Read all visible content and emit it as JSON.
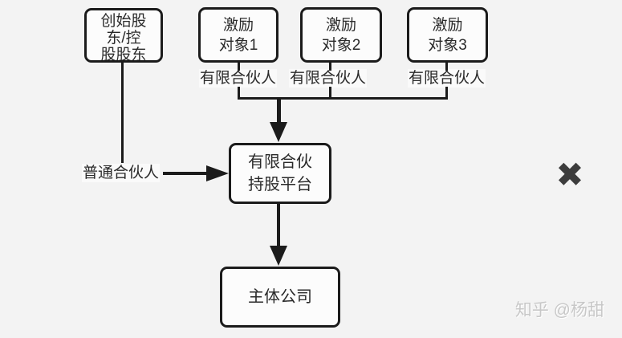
{
  "colors": {
    "background": "#f3f3f3",
    "node_fill": "#fcfcfc",
    "stroke": "#1b1b1b",
    "text": "#2a2a2a",
    "close_icon": "#3c3c3c",
    "watermark": "#c8c8c8"
  },
  "diagram": {
    "nodes": {
      "founder": {
        "lines": [
          "创始股",
          "东/控",
          "股股东"
        ]
      },
      "incentive1": {
        "lines": [
          "激励",
          "对象1"
        ]
      },
      "incentive2": {
        "lines": [
          "激励",
          "对象2"
        ]
      },
      "incentive3": {
        "lines": [
          "激励",
          "对象3"
        ]
      },
      "platform": {
        "lines": [
          "有限合伙",
          "持股平台"
        ]
      },
      "company": {
        "label": "主体公司"
      }
    },
    "edge_labels": {
      "lp1": "有限合伙人",
      "lp2": "有限合伙人",
      "lp3": "有限合伙人",
      "gp": "普通合伙人"
    }
  },
  "overlay": {
    "close_glyph": "✖"
  },
  "watermark": {
    "text": "知乎 @杨甜"
  }
}
